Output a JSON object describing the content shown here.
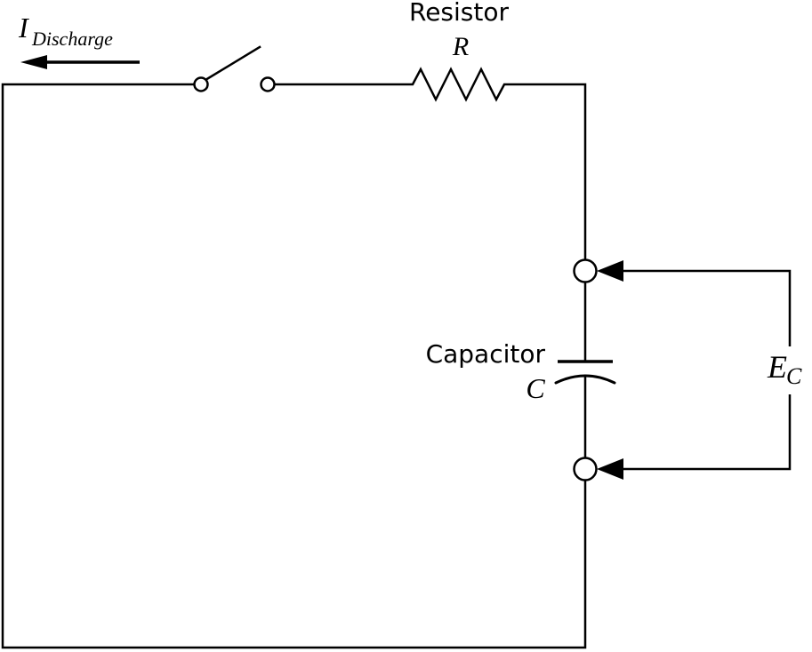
{
  "diagram_type": "circuit-schematic",
  "colors": {
    "line": "#000000",
    "background": "#ffffff"
  },
  "labels": {
    "discharge_current": {
      "symbol": "I",
      "subscript": "Discharge"
    },
    "resistor": {
      "name": "Resistor",
      "symbol": "R"
    },
    "capacitor": {
      "name": "Capacitor",
      "symbol": "C"
    },
    "capacitor_voltage": {
      "symbol": "E",
      "subscript": "C"
    }
  },
  "components": {
    "switch_state": "open",
    "measurement": "capacitor voltage sensed between top and bottom terminals"
  }
}
